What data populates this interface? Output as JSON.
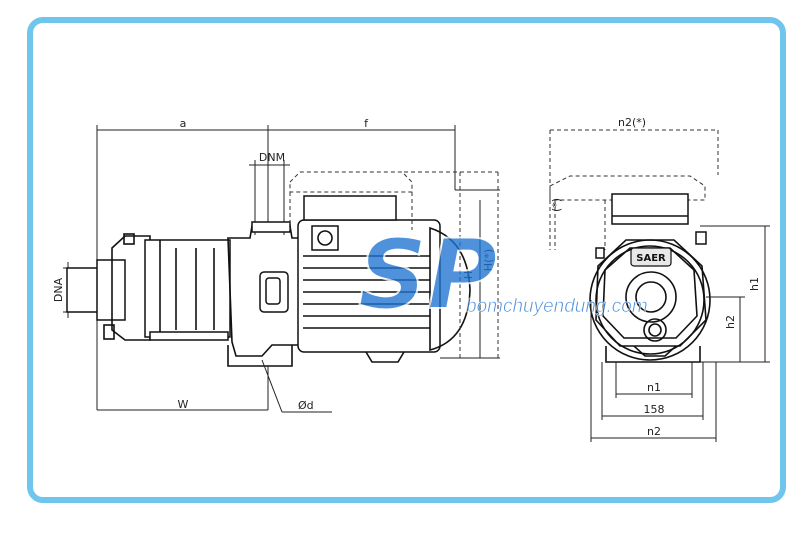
{
  "watermark": {
    "logo_text": "SP",
    "site_text": "bomchuyendung.com",
    "color": "#1e73d2"
  },
  "frame_color": "#6fc6ec",
  "side_view": {
    "label_a": "a",
    "label_f": "f",
    "label_dnm": "DNM",
    "label_dna": "DNA",
    "label_w": "W",
    "label_od": "Ød",
    "label_h": "H",
    "label_h_star": "H(*)"
  },
  "front_view": {
    "label_n2_star": "n2(*)",
    "label_n2": "n2",
    "label_n1": "n1",
    "label_158": "158",
    "label_h1": "h1",
    "label_h2": "h2",
    "label_brand": "SAER"
  }
}
